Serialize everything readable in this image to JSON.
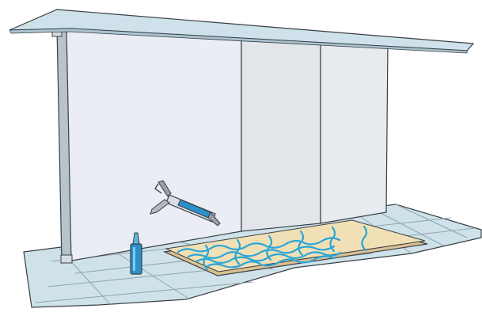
{
  "illustration": {
    "subject": "wall-panel-installation-with-adhesive",
    "components": [
      "ceiling-panel",
      "wall-panels",
      "floor-tiles",
      "caulking-gun",
      "adhesive-cartridge",
      "panel-with-adhesive-beads"
    ],
    "colors": {
      "background": "#ffffff",
      "outline": "#3a3f45",
      "ceiling": "#cfe1ea",
      "ceiling_edge": "#a9c3cf",
      "wall_left": "#eaedf3",
      "wall_mid": "#e3e7ec",
      "wall_right": "#e8ebf0",
      "floor_tile": "#c9dde5",
      "floor_line": "#8fa4ad",
      "board": "#f1e0b5",
      "board_edge": "#d8c193",
      "adhesive": "#2aa6d8",
      "cartridge": "#2b8fc9",
      "gun_metal": "#9aa1a8"
    }
  }
}
